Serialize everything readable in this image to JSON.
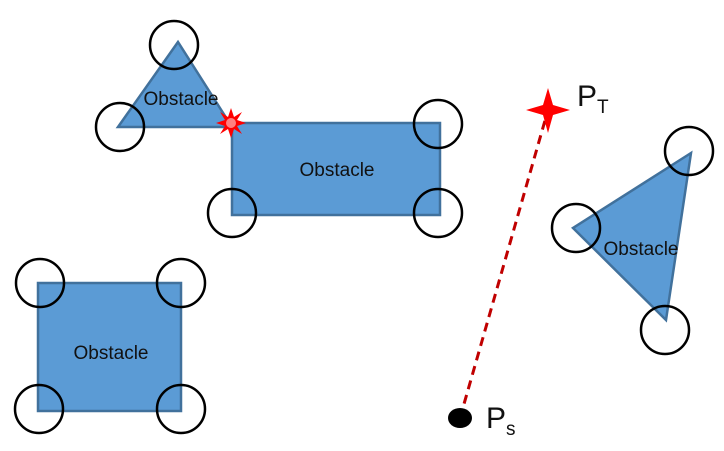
{
  "colors": {
    "obstacle_fill": "#5b9bd5",
    "obstacle_stroke": "#41719c",
    "path_line": "#c00000",
    "target_marker": "#ff0000",
    "collision_marker": "#ff0000",
    "start_marker": "#000000"
  },
  "obstacles": [
    {
      "shape": "triangle",
      "label": "Obstacle"
    },
    {
      "shape": "rectangle",
      "label": "Obstacle"
    },
    {
      "shape": "triangle",
      "label": "Obstacle"
    },
    {
      "shape": "square",
      "label": "Obstacle"
    }
  ],
  "points": {
    "target": {
      "main": "P",
      "sub": "T",
      "icon": "four-point-star-icon"
    },
    "start": {
      "main": "P",
      "sub": "s",
      "icon": "filled-ellipse-icon"
    }
  },
  "collision": {
    "icon": "starburst-icon"
  },
  "path": {
    "style": "dashed"
  }
}
